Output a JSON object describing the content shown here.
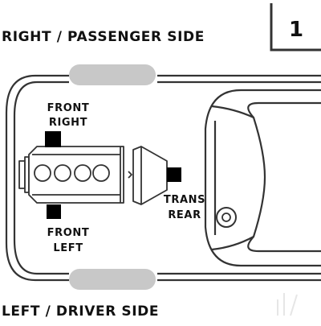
{
  "page_number": "1",
  "side_labels": {
    "top": "RIGHT / PASSENGER SIDE",
    "bottom": "LEFT / DRIVER SIDE"
  },
  "mount_labels": {
    "front_right": [
      "FRONT",
      "RIGHT"
    ],
    "front_left": [
      "FRONT",
      "LEFT"
    ],
    "trans_rear": [
      "TRANS",
      "REAR"
    ]
  },
  "colors": {
    "outline": "#333333",
    "tire": "#c8c8c8",
    "mount": "#000000",
    "text": "#111111",
    "background": "#ffffff"
  }
}
